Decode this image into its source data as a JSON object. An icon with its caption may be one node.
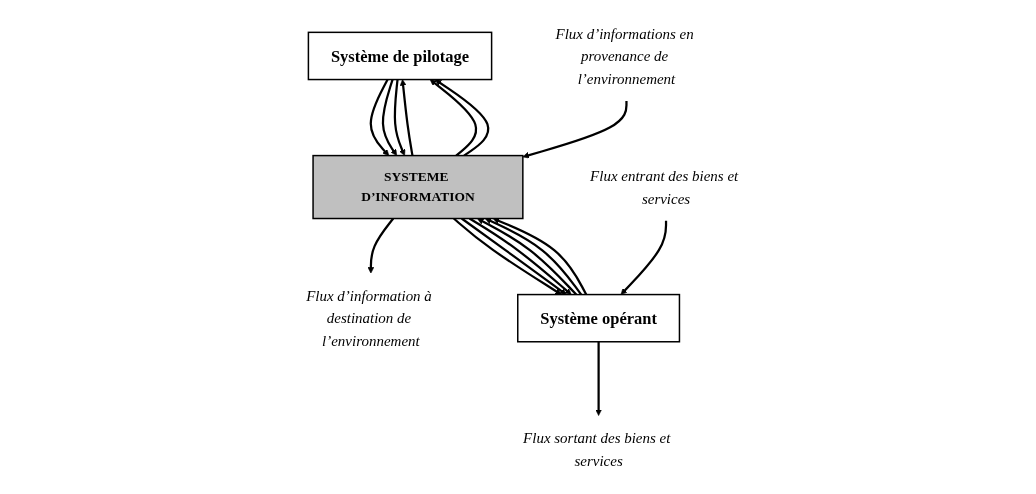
{
  "diagram": {
    "nodes": [
      {
        "text": [
          "Système de pilotage"
        ]
      },
      {
        "text": [
          "SYSTEME D’INFORMATION"
        ]
      },
      {
        "text": [
          "Système opérant"
        ]
      },
      {
        "text": [
          "Flux d’informations en provenance de l’environnement"
        ]
      },
      {
        "text": [
          "Flux d’information à destination de l’environnement"
        ]
      },
      {
        "text": [
          "Flux entrant des biens et services"
        ]
      },
      {
        "text": [
          "Flux sortant des biens et services"
        ]
      }
    ],
    "edges": [
      {
        "from": 0,
        "to": 1,
        "arrow": "to"
      },
      {
        "from": 0,
        "to": 1,
        "arrow": "to"
      },
      {
        "from": 0,
        "to": 1,
        "arrow": "to"
      },
      {
        "from": 1,
        "to": 0,
        "arrow": "to"
      },
      {
        "from": 1,
        "to": 0,
        "arrow": "to"
      },
      {
        "from": 1,
        "to": 0,
        "arrow": "to"
      },
      {
        "from": 3,
        "to": 1,
        "arrow": "to"
      },
      {
        "from": 1,
        "to": 4,
        "arrow": "to"
      },
      {
        "from": 1,
        "to": 2,
        "arrow": "to"
      },
      {
        "from": 1,
        "to": 2,
        "arrow": "to"
      },
      {
        "from": 1,
        "to": 2,
        "arrow": "to"
      },
      {
        "from": 2,
        "to": 1,
        "arrow": "to"
      },
      {
        "from": 2,
        "to": 1,
        "arrow": "to"
      },
      {
        "from": 2,
        "to": 1,
        "arrow": "to"
      },
      {
        "from": 5,
        "to": 2,
        "arrow": "to"
      },
      {
        "from": 2,
        "to": 6,
        "arrow": "to"
      }
    ]
  }
}
